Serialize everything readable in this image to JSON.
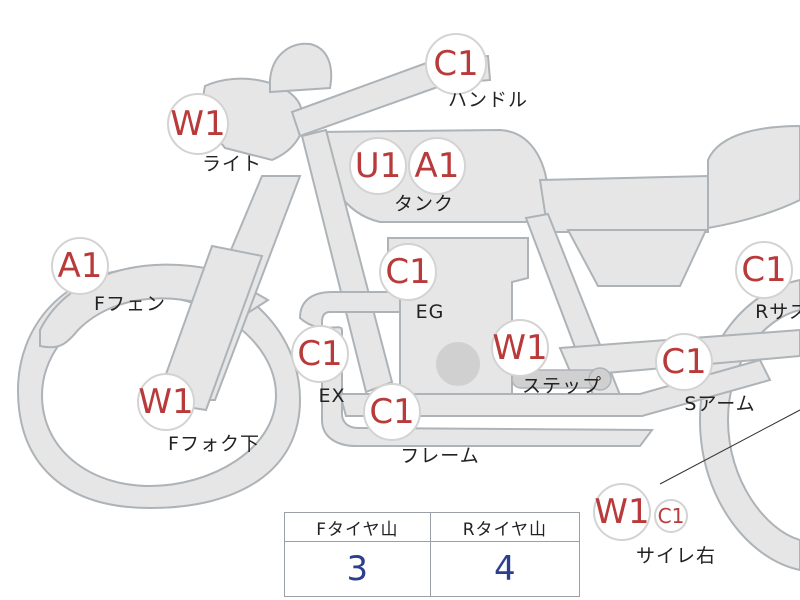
{
  "colors": {
    "grade_text": "#b83a3a",
    "value_text": "#2a3f8f",
    "bike_fill": "#e6e6e6",
    "bike_stroke": "#aeb3b7"
  },
  "grades": {
    "handle": "C1",
    "light": "W1",
    "tank_1": "U1",
    "tank_2": "A1",
    "f_fender": "A1",
    "engine": "C1",
    "r_suspension": "C1",
    "exhaust": "C1",
    "step": "W1",
    "s_arm": "C1",
    "f_fork_lower": "W1",
    "frame": "C1",
    "silencer_right_1": "W1",
    "silencer_right_2": "C1"
  },
  "labels": {
    "handle": "ハンドル",
    "light": "ライト",
    "tank": "タンク",
    "f_fender": "Fフェン",
    "engine": "EG",
    "r_suspension": "Rサス",
    "exhaust": "EX",
    "step": "ステップ",
    "s_arm": "Sアーム",
    "f_fork_lower": "Fフォク下",
    "frame": "フレーム",
    "silencer_right": "サイレ右"
  },
  "tire_table": {
    "front_header": "Fタイヤ山",
    "rear_header": "Rタイヤ山",
    "front_value": "3",
    "rear_value": "4"
  }
}
